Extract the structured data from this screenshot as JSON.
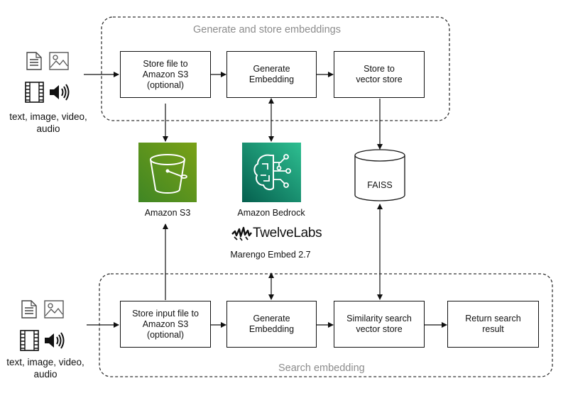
{
  "groups": {
    "top_title": "Generate and store embeddings",
    "bottom_title": "Search embedding"
  },
  "top_flow": {
    "store_file": "Store file to\nAmazon S3\n(optional)",
    "generate": "Generate\nEmbedding",
    "store_vector": "Store to\nvector store"
  },
  "bottom_flow": {
    "store_input": "Store input file to\nAmazon S3\n(optional)",
    "generate": "Generate\nEmbedding",
    "similarity": "Similarity search\nvector store",
    "return": "Return search\nresult"
  },
  "services": {
    "s3": "Amazon S3",
    "bedrock": "Amazon Bedrock",
    "twelvelabs_logo": "TwelveLabs",
    "marengo": "Marengo Embed 2.7",
    "faiss": "FAISS"
  },
  "inputs": {
    "top_label": "text, image, video,\naudio",
    "bottom_label": "text, image, video,\naudio"
  },
  "colors": {
    "s3_green_top": "#7aa116",
    "s3_green_bottom": "#3f8624",
    "bedrock_top": "#2ebf91",
    "bedrock_bottom": "#055f4e",
    "group_border": "#333333",
    "group_title": "#8c8c8c"
  },
  "icons": [
    "document-icon",
    "image-icon",
    "film-icon",
    "speaker-icon",
    "bucket-icon",
    "bedrock-brain-icon",
    "database-icon",
    "twelvelabs-logo-icon"
  ]
}
